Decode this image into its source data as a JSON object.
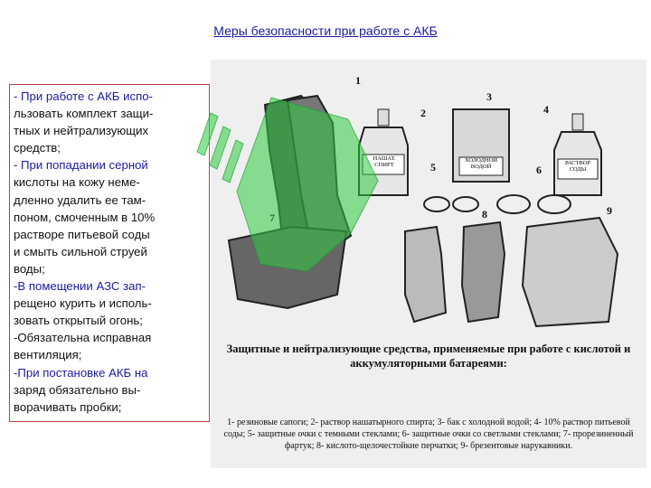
{
  "page": {
    "title": "Меры безопасности при работе с АКБ"
  },
  "safety_text": {
    "lines": [
      {
        "text": "- При работе с АКБ испо-",
        "hl": true
      },
      {
        "text": "  льзовать комплект защи-",
        "hl": false
      },
      {
        "text": "  тных и нейтрализующих",
        "hl": false
      },
      {
        "text": "  средств;",
        "hl": false
      },
      {
        "text": "- При попадании серной",
        "hl": true
      },
      {
        "text": "   кислоты на кожу неме-",
        "hl": false
      },
      {
        "text": "   дленно удалить ее там-",
        "hl": false
      },
      {
        "text": "поном, смоченным в 10%",
        "hl": false
      },
      {
        "text": "растворе питьевой соды",
        "hl": false
      },
      {
        "text": "и смыть сильной струей",
        "hl": false
      },
      {
        "text": "воды;",
        "hl": false
      },
      {
        "text": "-В помещении АЗС зап-",
        "hl": true
      },
      {
        "text": "  рещено курить и исполь-",
        "hl": false
      },
      {
        "text": "зовать открытый огонь;",
        "hl": false
      },
      {
        "text": "-Обязательна исправная",
        "hl": false
      },
      {
        "text": "  вентиляция;",
        "hl": false
      },
      {
        "text": "-При постановке АКБ на",
        "hl": true
      },
      {
        "text": "  заряд обязательно вы-",
        "hl": false
      },
      {
        "text": "  ворачивать пробки;",
        "hl": false
      }
    ]
  },
  "figure": {
    "numbers": [
      "1",
      "2",
      "3",
      "4",
      "5",
      "6",
      "7",
      "8",
      "9"
    ],
    "label_bottle": "НАШАТ. СПИРТ",
    "label_box": "ХОЛОДНОЙ ВОДОЙ",
    "label_bottle2": "РАСТВОР СОДЫ",
    "caption_title": "Защитные и нейтрализующие средства, применяемые при работе с кислотой и аккумуляторными батареями:",
    "caption_legend": "1- резиновые сапоги; 2- раствор нашатырного спирта; 3- бак с холодной водой; 4- 10% раствор питьевой соды; 5- защитные очки с темными стеклами; 6- защитные очки со светлыми стеклами; 7- прорезиненный фартук; 8- кислото-щелочестойкие перчатки; 9- брезентовые нарукавники."
  },
  "colors": {
    "title": "#1a1aa0",
    "overlay_green": "#2ecc40",
    "box_border": "#c04040"
  }
}
